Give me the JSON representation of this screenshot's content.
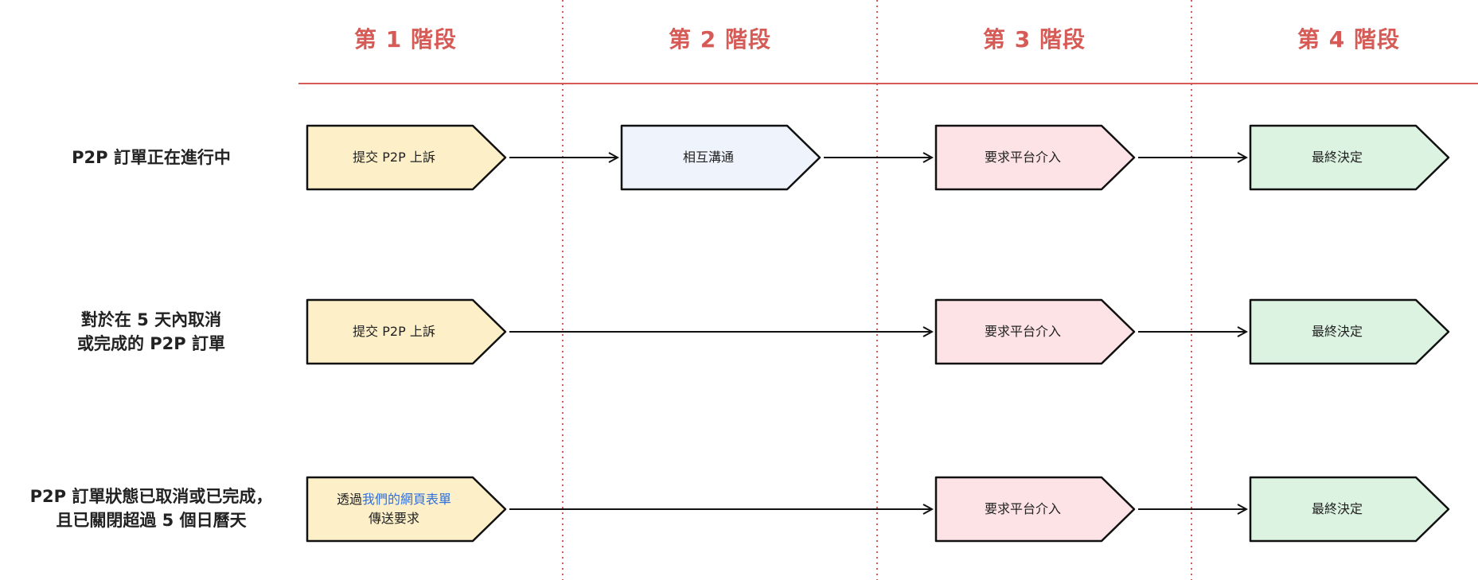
{
  "stages": [
    {
      "label": "第 1 階段"
    },
    {
      "label": "第 2 階段"
    },
    {
      "label": "第 3 階段"
    },
    {
      "label": "第 4 階段"
    }
  ],
  "rows": [
    {
      "label": "P2P 訂單正在進行中",
      "step1": "提交 P2P 上訴",
      "step2": "相互溝通",
      "step3": "要求平台介入",
      "step4": "最終決定"
    },
    {
      "label": "對於在 5 天內取消\n或完成的 P2P 訂單",
      "step1": "提交 P2P 上訴",
      "step3": "要求平台介入",
      "step4": "最終決定"
    },
    {
      "label": "P2P 訂單狀態已取消或已完成，\n且已關閉超過 5 個日曆天",
      "step1_prefix": "透過",
      "step1_link": "我們的網頁表單",
      "step1_suffix": "傳送要求",
      "step3": "要求平台介入",
      "step4": "最終決定"
    }
  ],
  "colors": {
    "accent": "#d65a55",
    "stage1_fill": "#fdf0c9",
    "stage2_fill": "#eef3fc",
    "stage3_fill": "#fde3e5",
    "stage4_fill": "#ddf3e2",
    "link": "#2f6fdc"
  }
}
